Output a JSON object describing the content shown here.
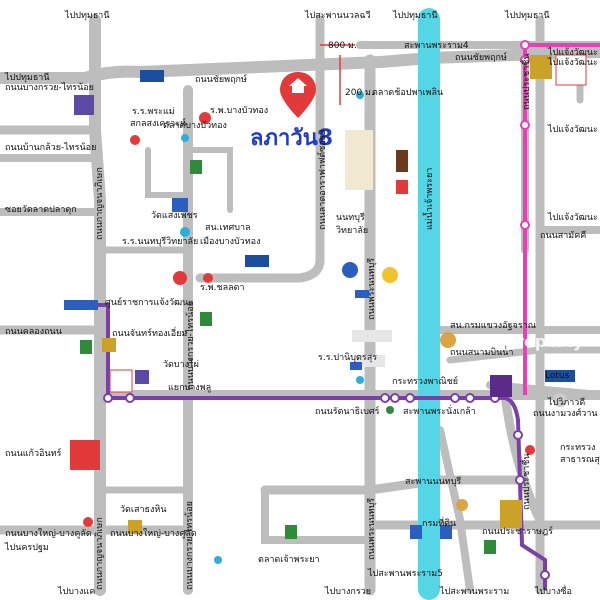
{
  "title": "ลภาวัน8",
  "watermark": "DDproperty",
  "distances": [
    "800 ม.",
    "200 ม."
  ],
  "colors": {
    "road": "#bdbdbd",
    "river": "#55d6e6",
    "purple_line": "#7b3fa8",
    "pink_line": "#e83fb6",
    "title": "#1e3cc8",
    "pin": "#e23a3a"
  },
  "labels": [
    {
      "text": "ไปปทุมธานี"
    },
    {
      "text": "ไปสะพานนวลฉวี"
    },
    {
      "text": "ไปปทุมธานี"
    },
    {
      "text": "ไปปทุมธานี"
    },
    {
      "text": "สะพานพระราม4"
    },
    {
      "text": "ถนนชัยพฤกษ์"
    },
    {
      "text": "ไปปทุมธานี"
    },
    {
      "text": "ถนนบางกรวย-ไทรน้อย"
    },
    {
      "text": "ถนนชัยพฤกษ์"
    },
    {
      "text": "ไปแจ้งวัฒนะ"
    },
    {
      "text": "ไปแจ้งวัฒนะ"
    },
    {
      "text": "ร.ร.พระแม่"
    },
    {
      "text": "สกลสงเคราะห์"
    },
    {
      "text": "ร.พ.บางบัวทอง"
    },
    {
      "text": "ตลาดบางบัวทอง"
    },
    {
      "text": "ตลาดช้อปพาเพลิน"
    },
    {
      "text": "ถนนบ้านกล้วย-ไทรน้อย"
    },
    {
      "text": "ซอยวัดลาดปลาดุก"
    },
    {
      "text": "ไปแจ้งวัฒนะ"
    },
    {
      "text": "ไปแจ้งวัฒนะ"
    },
    {
      "text": "ถนนสามัคคี"
    },
    {
      "text": "วัดแสงเพชร"
    },
    {
      "text": "ร.ร.นนทบุรีวิทยาลัย"
    },
    {
      "text": "สน.เทศบาล"
    },
    {
      "text": "เมืองบางบัวทอง"
    },
    {
      "text": "นนทบุรี"
    },
    {
      "text": "วิทยาลัย"
    },
    {
      "text": "ร.พ.ชลลดา"
    },
    {
      "text": "ศูนย์ราชการแจ้งวัฒนะ"
    },
    {
      "text": "ถนนคลองถนน"
    },
    {
      "text": "ถนนจันทร์ทองเอี่ยม"
    },
    {
      "text": "วัดบางไผ่"
    },
    {
      "text": "สน.กรมแขวงอัฐจราณ"
    },
    {
      "text": "ถนนสนามบินน้ำ"
    },
    {
      "text": "กระทรวงพาณิชย์"
    },
    {
      "text": "ร.ร.ปานิบุตรสุร"
    },
    {
      "text": "Lotus"
    },
    {
      "text": "แยกบางพลู"
    },
    {
      "text": "ถนนรัตนาธิเบศร์"
    },
    {
      "text": "สะพานพระนั่งเกล้า"
    },
    {
      "text": "ถนนงามวงศ์วาน"
    },
    {
      "text": "ถนนแก้วอินทร์"
    },
    {
      "text": "กระทรวง"
    },
    {
      "text": "สาธารณสุข"
    },
    {
      "text": "สะพานนนทบุรี"
    },
    {
      "text": "วัดเสาธงหิน"
    },
    {
      "text": "ถนนบางใหญ่-บางคูลัด"
    },
    {
      "text": "ถนนบางใหญ่-บางคูลัด"
    },
    {
      "text": "กรมที่ดิน"
    },
    {
      "text": "ถนนประชาราษฎร์"
    },
    {
      "text": "ไปนครปฐม"
    },
    {
      "text": "ตลาดเจ้าพระยา"
    },
    {
      "text": "ไปสะพานพระราม5"
    },
    {
      "text": "ไปบางแค"
    },
    {
      "text": "ไปบางกรวย"
    },
    {
      "text": "ไปสะพานพระราม"
    },
    {
      "text": "ไปบางซื่อ"
    },
    {
      "text": "ไปวิภาวดี"
    }
  ],
  "vertical_labels": [
    "ถนนกาญจนาภิเษก",
    "ถนนกาญจนาภิเษก",
    "ถนนบางกรวย-ไทรน้อย",
    "ถนนบางกรวย-ไทรน้อย",
    "ถนนลาดอาราฟาฟต์ซอย3",
    "ถนนพระนนทบุรี",
    "ถนนพระนนทบุรี",
    "แม่น้ำเจ้าพระยา",
    "ถนนประชาชื่น",
    "ถนนประชาชื่น"
  ]
}
